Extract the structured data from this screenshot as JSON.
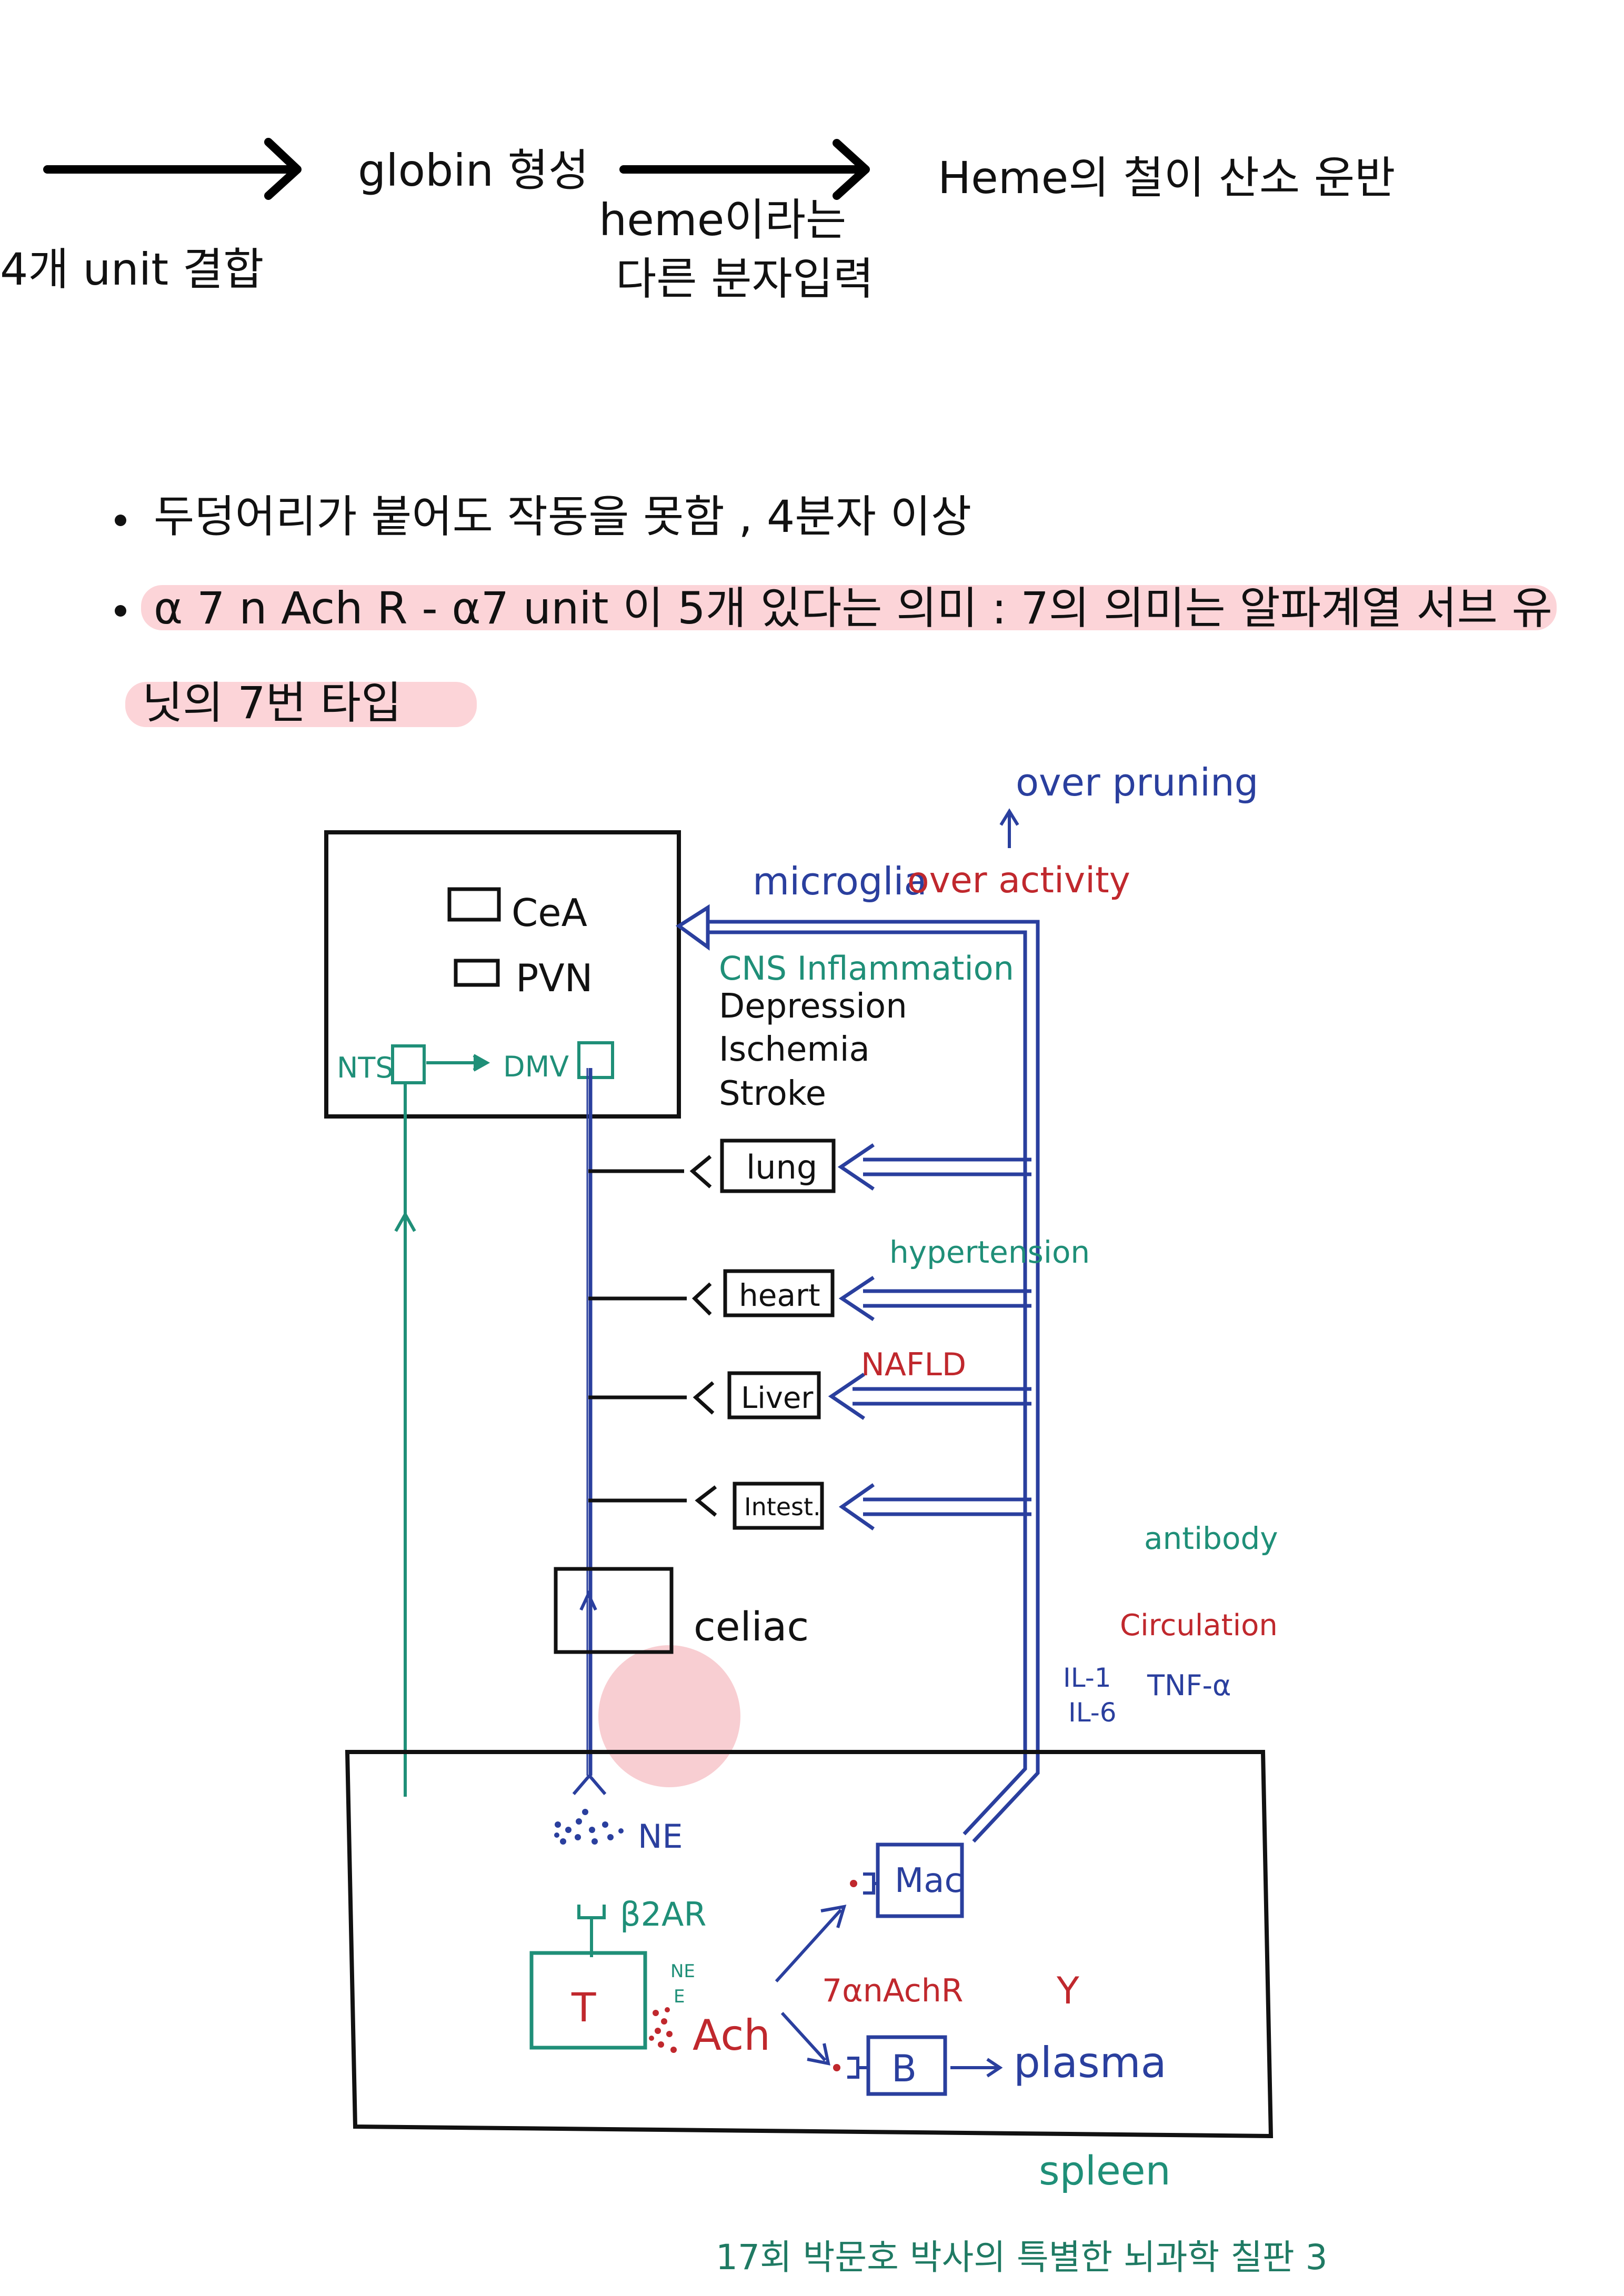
{
  "top_flow": {
    "left_label": "4개 unit 결합",
    "middle_label": "globin 형성",
    "arrow2_label_line1": "heme이라는",
    "arrow2_label_line2": "다른 분자입력",
    "right_label": "Heme의 철이 산소 운반"
  },
  "bullets": [
    {
      "text": "두덩어리가 붙어도 작동을 못함 , 4분자 이상"
    },
    {
      "text_line1": "α 7 n Ach R - α7 unit 이 5개 있다는 의미  : 7의 의미는 알파계열 서브 유",
      "text_line2": "닛의 7번 타입"
    }
  ],
  "diagram": {
    "brain_nuclei": [
      "CeA",
      "PVN"
    ],
    "nts": "NTS",
    "dmv": "DMV",
    "microglia": "microglia",
    "over_activity": "over activity",
    "over_pruning": "over pruning",
    "cns_inflammation": "CNS Inflammation",
    "conditions": [
      "Depression",
      "Ischemia",
      "Stroke"
    ],
    "organs": [
      "lung",
      "heart",
      "Liver",
      "Intest."
    ],
    "hypertension": "hypertension",
    "nafld": "NAFLD",
    "celiac": "celiac",
    "antibody": "antibody",
    "circulation": "Circulation",
    "il1": "IL-1",
    "il6": "IL-6",
    "tnf": "TNF-α",
    "ne": "NE",
    "b2ar": "β2AR",
    "t_cell": "T",
    "ne_small_1": "NE",
    "ne_small_2": "E",
    "ach": "Ach",
    "mac": "Mac",
    "a7nachr": "7αnAchR",
    "y_symbol": "Y",
    "b_cell": "B",
    "plasma": "plasma",
    "spleen": "spleen"
  },
  "caption": "17회 박문호 박사의 특별한 뇌과학 칠판 3",
  "colors": {
    "blue": "#2a3f9e",
    "teal": "#1f8f78",
    "red": "#c0282d",
    "black": "#111111",
    "highlight": "#fcd4d8"
  }
}
